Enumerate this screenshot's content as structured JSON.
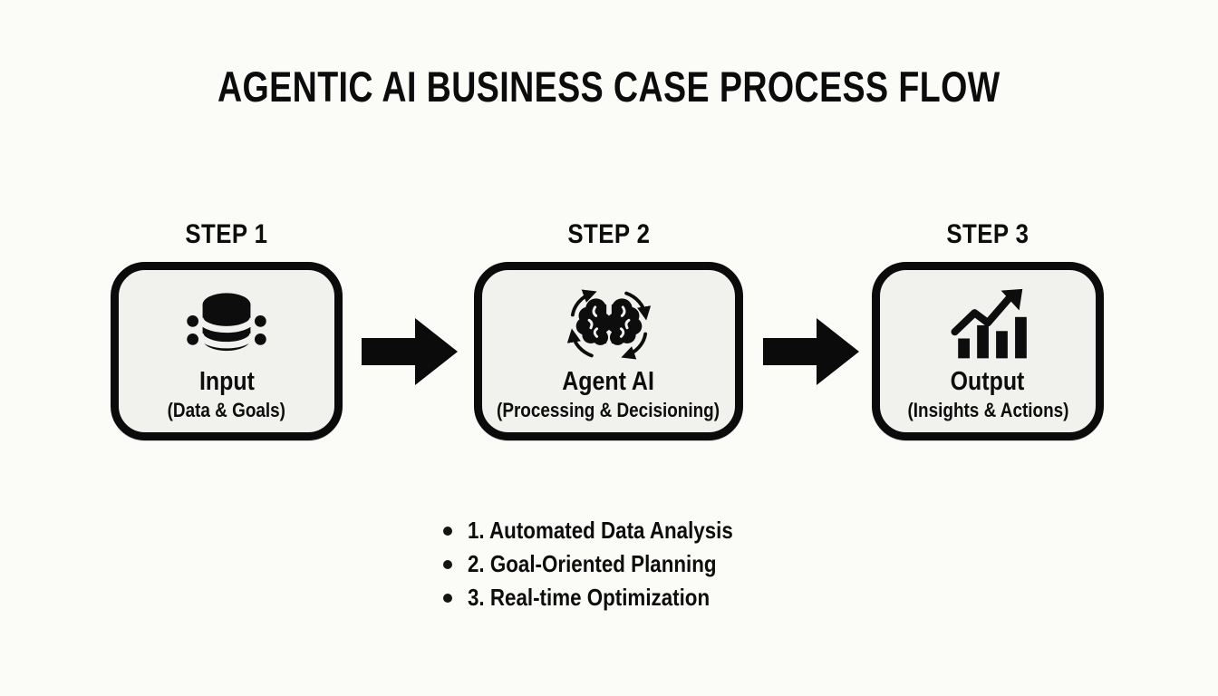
{
  "title": "AGENTIC AI BUSINESS CASE PROCESS FLOW",
  "colors": {
    "background": "#fbfbf8",
    "box_fill": "#f1f1ee",
    "ink": "#0d0d0d"
  },
  "steps": [
    {
      "label": "STEP 1",
      "icon": "database-icon",
      "name": "Input",
      "subtitle": "(Data & Goals)"
    },
    {
      "label": "STEP 2",
      "icon": "brain-sync-icon",
      "name": "Agent AI",
      "subtitle": "(Processing & Decisioning)"
    },
    {
      "label": "STEP 3",
      "icon": "growth-chart-icon",
      "name": "Output",
      "subtitle": "(Insights & Actions)"
    }
  ],
  "connectors": [
    {
      "icon": "arrow-right-icon"
    },
    {
      "icon": "arrow-right-icon"
    }
  ],
  "features": [
    "1. Automated Data Analysis",
    "2. Goal-Oriented Planning",
    "3. Real-time Optimization"
  ]
}
